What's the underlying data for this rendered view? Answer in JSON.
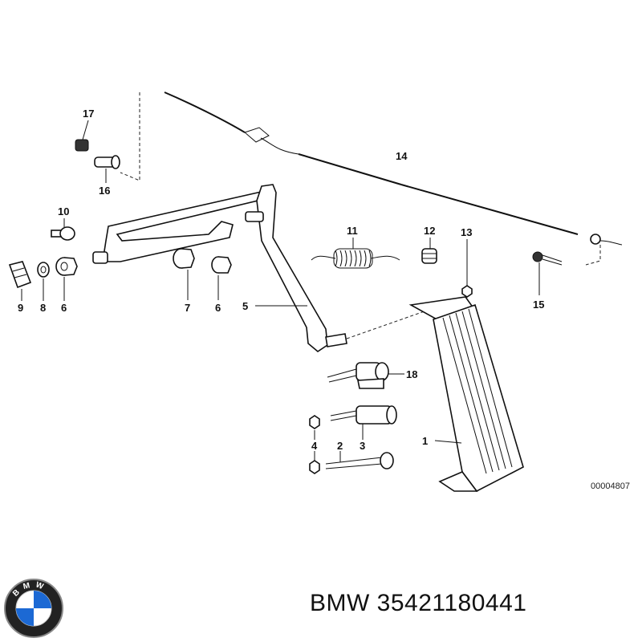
{
  "diagram": {
    "callouts": [
      {
        "id": "17",
        "label": "17"
      },
      {
        "id": "16",
        "label": "16"
      },
      {
        "id": "10",
        "label": "10"
      },
      {
        "id": "9",
        "label": "9"
      },
      {
        "id": "8",
        "label": "8"
      },
      {
        "id": "6a",
        "label": "6"
      },
      {
        "id": "7",
        "label": "7"
      },
      {
        "id": "6b",
        "label": "6"
      },
      {
        "id": "5",
        "label": "5"
      },
      {
        "id": "11",
        "label": "11"
      },
      {
        "id": "12",
        "label": "12"
      },
      {
        "id": "13",
        "label": "13"
      },
      {
        "id": "14",
        "label": "14"
      },
      {
        "id": "15",
        "label": "15"
      },
      {
        "id": "18",
        "label": "18"
      },
      {
        "id": "4",
        "label": "4"
      },
      {
        "id": "3",
        "label": "3"
      },
      {
        "id": "2",
        "label": "2"
      },
      {
        "id": "1",
        "label": "1"
      }
    ],
    "reference_code": "00004807"
  },
  "brand": {
    "logo_letters": "BMW",
    "colors": {
      "blue": "#1c69d4",
      "ring": "#111111",
      "white": "#ffffff"
    }
  },
  "caption": "BMW 35421180441"
}
